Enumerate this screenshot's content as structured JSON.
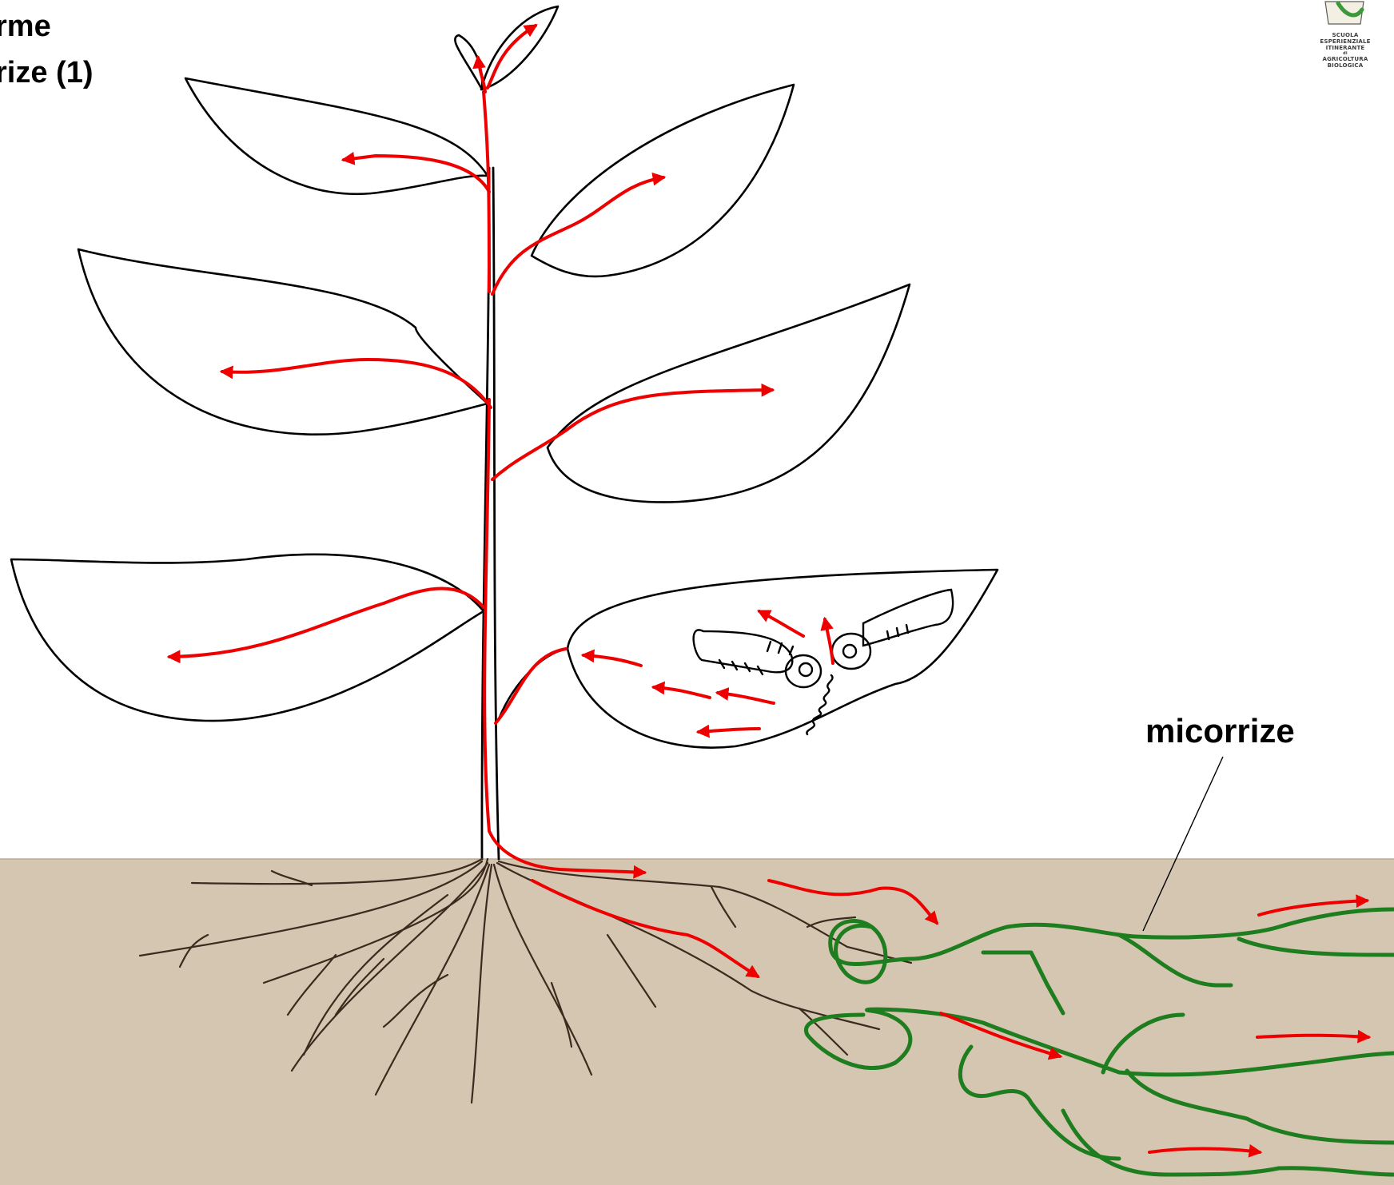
{
  "title": {
    "line1": "rme",
    "line2": "rize (1)"
  },
  "labels": {
    "mycorrhizae": "micorrize"
  },
  "logo": {
    "line1": "SCUOLA",
    "line2": "ESPERIENZIALE",
    "line3": "ITINERANTE",
    "line4": "di",
    "line5": "AGRICOLTURA",
    "line6": "BIOLOGICA"
  },
  "colors": {
    "background": "#ffffff",
    "soil": "#d5c6b1",
    "flow_arrows": "#ee0000",
    "mycorrhizae": "#1e7d1e",
    "roots": "#3b2a1e",
    "outline": "#000000",
    "logo_accent": "#3a9a3a"
  }
}
